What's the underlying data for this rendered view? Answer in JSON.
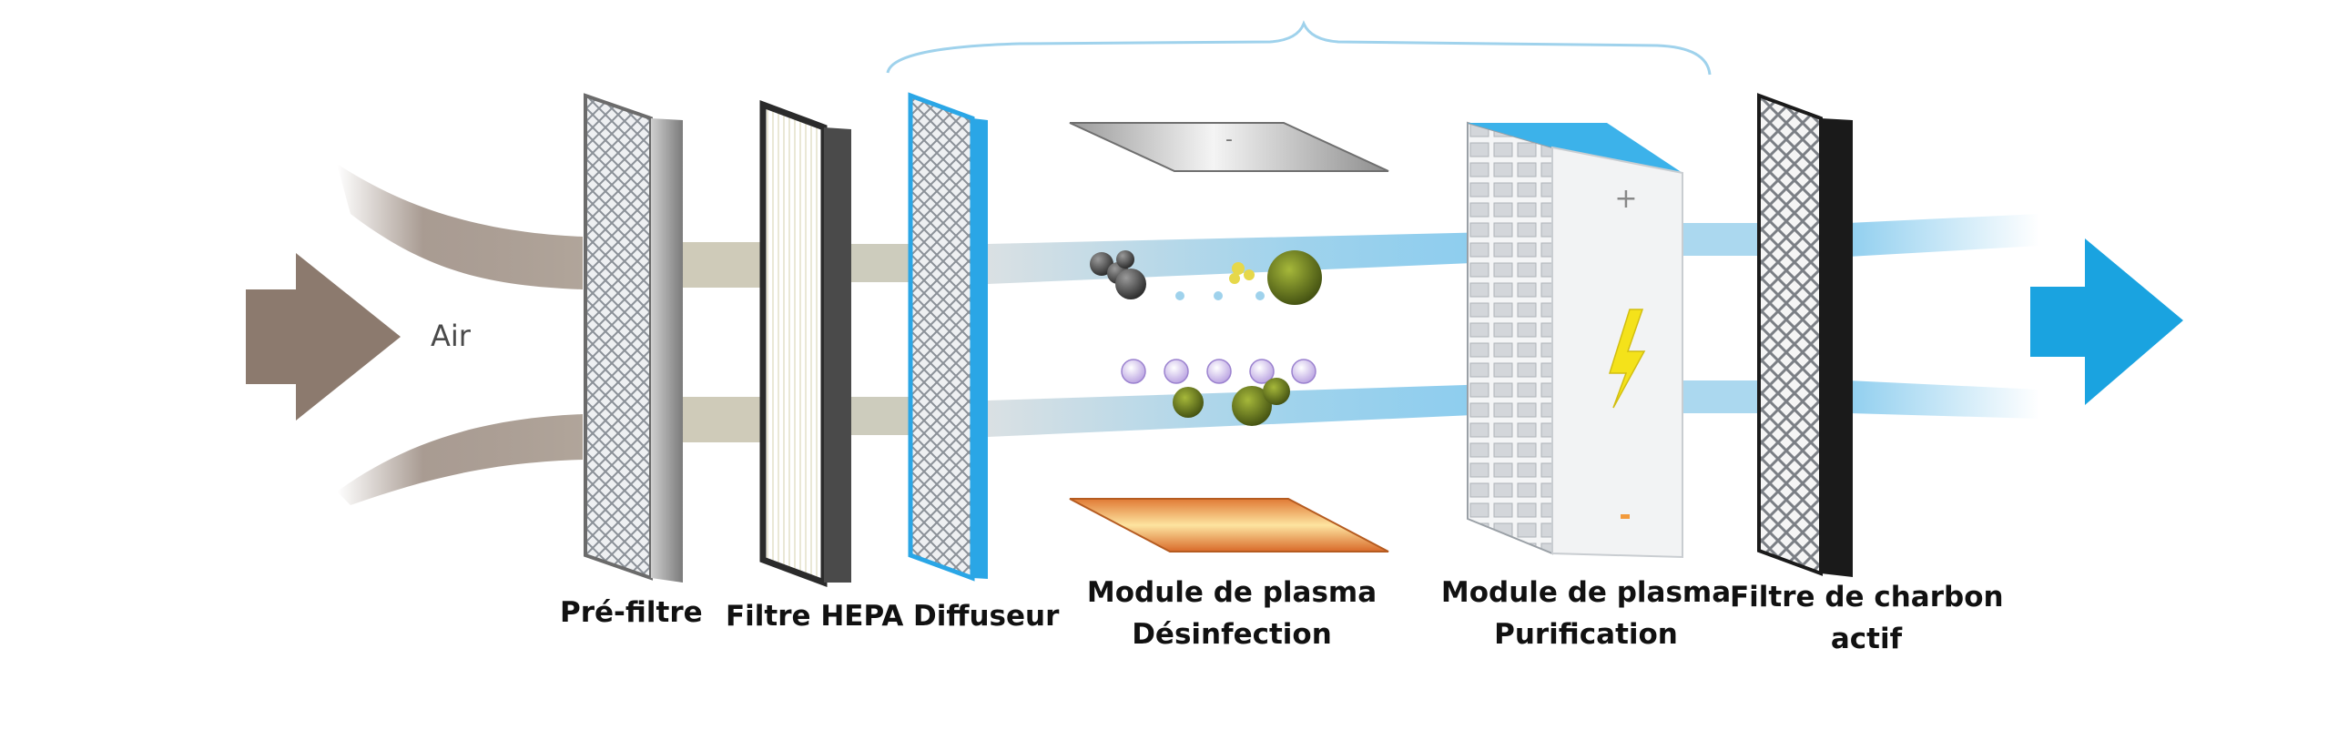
{
  "labels": {
    "air": "Air",
    "prefilter": "Pré-filtre",
    "hepa": "Filtre HEPA",
    "diffuser": "Diffuseur",
    "plasma_disinfection": [
      "Module de plasma",
      "Désinfection"
    ],
    "plasma_purification": [
      "Module de plasma",
      "Purification"
    ],
    "carbon_filter": [
      "Filtre de charbon",
      "actif"
    ]
  },
  "symbols": {
    "plus": "+",
    "minus": "-",
    "lightning_icon": "lightning-icon"
  },
  "colors": {
    "air_in": "#8c7a6e",
    "air_out": "#1aa3e0",
    "diffuser_edge": "#2aa6e6",
    "purifier_top": "#3cb2ea",
    "lightning": "#f4e21a",
    "heater": "#f29a3c",
    "bracket": "#9fd2ec",
    "particle_purple": "#c9b8e8",
    "particle_green": "#6c7d1f"
  }
}
